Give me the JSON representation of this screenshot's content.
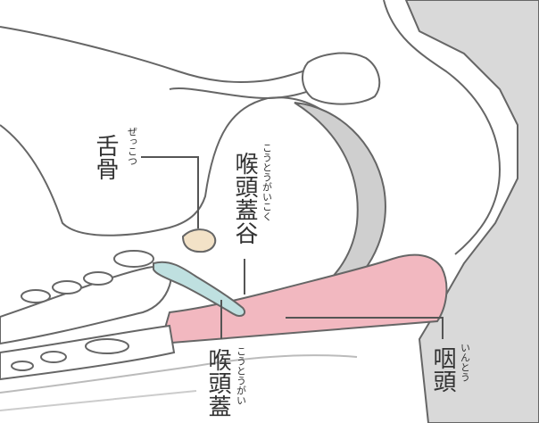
{
  "labels": {
    "hyoid": {
      "text": "舌骨",
      "ruby": "ぜっこつ"
    },
    "epiglottis": {
      "text": "喉頭蓋谷",
      "ruby": "こうとうがいこく"
    },
    "larynx": {
      "text": "喉頭蓋",
      "ruby": "こうとうがい"
    },
    "pharynx": {
      "text": "咽頭",
      "ruby": "いんとう"
    }
  },
  "colors": {
    "outline": "#666666",
    "gray_fill": "#d9d9d9",
    "pharynx_pink": "#f2b8c0",
    "epiglottis_teal": "#bfe0e0",
    "hyoid_bone": "#f3e2c7",
    "leader_line": "#555555"
  }
}
